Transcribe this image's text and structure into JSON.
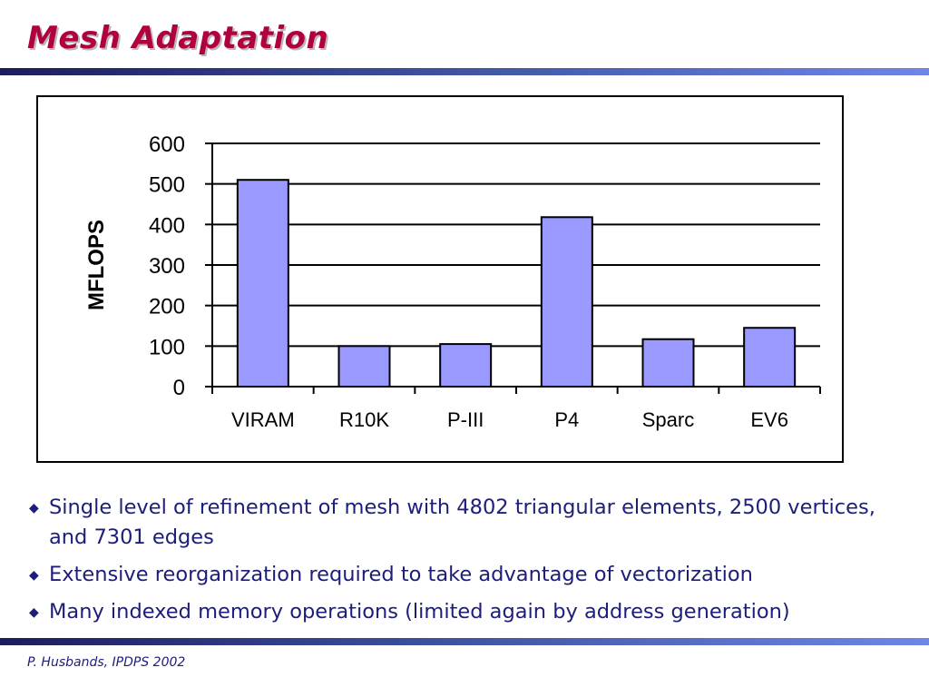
{
  "slide": {
    "title": "Mesh Adaptation",
    "footer": "P. Husbands, IPDPS 2002",
    "bullets": [
      "Single level of refinement of mesh with 4802 triangular elements, 2500 vertices, and 7301 edges",
      "Extensive reorganization required to take advantage of vectorization",
      "Many indexed memory operations (limited again by address generation)"
    ]
  },
  "colors": {
    "title": "#b1003f",
    "bar_fill": "#9999ff",
    "bullet_text": "#1d1d7a"
  },
  "icons": {
    "bullet": "diamond-bullet-icon"
  },
  "chart_data": {
    "type": "bar",
    "categories": [
      "VIRAM",
      "R10K",
      "P-III",
      "P4",
      "Sparc",
      "EV6"
    ],
    "values": [
      510,
      100,
      105,
      418,
      117,
      145
    ],
    "ylabel": "MFLOPS",
    "xlabel": "",
    "title": "",
    "ylim": [
      0,
      600
    ],
    "yticks": [
      0,
      100,
      200,
      300,
      400,
      500,
      600
    ],
    "grid": true,
    "legend": "none"
  }
}
